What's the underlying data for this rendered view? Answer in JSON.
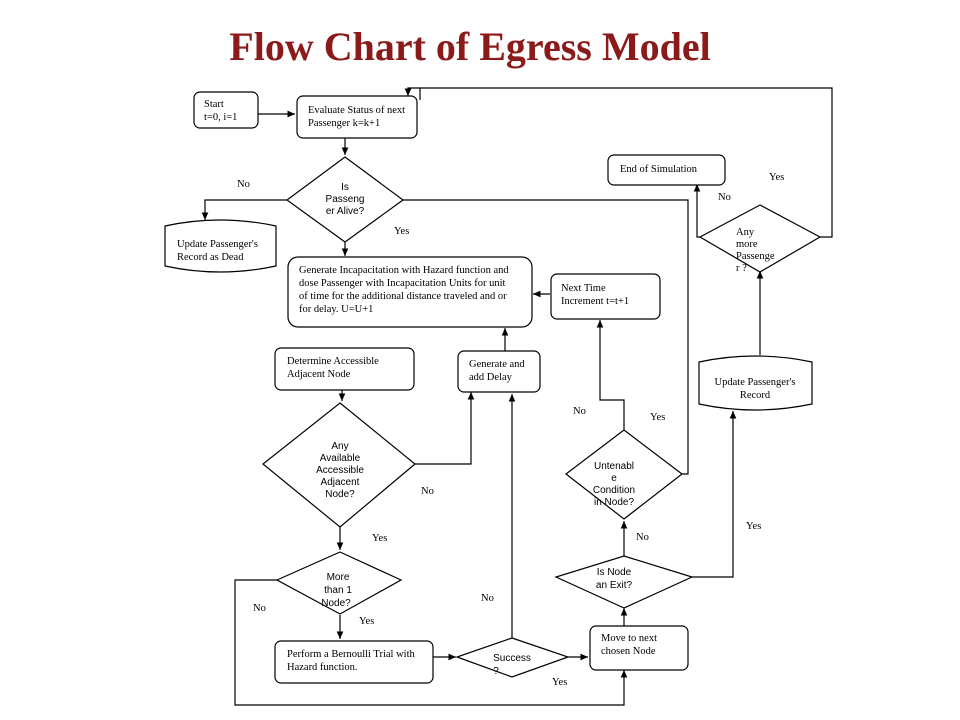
{
  "title": "Flow Chart of Egress Model",
  "nodes": {
    "start": [
      "Start",
      "t=0, i=1"
    ],
    "evaluate": [
      "Evaluate Status of next",
      "Passenger k=k+1"
    ],
    "is_alive": [
      "Is",
      "Passeng",
      "er Alive?"
    ],
    "update_dead": [
      "Update Passenger's",
      "Record as Dead"
    ],
    "generate_incap": [
      "Generate Incapacitation with Hazard function and",
      "dose Passenger with Incapacitation Units for unit",
      "of time for the additional distance traveled and or",
      "for delay. U=U+1"
    ],
    "determine_node": [
      "Determine Accessible",
      "Adjacent Node"
    ],
    "generate_delay": [
      "Generate and",
      "add Delay"
    ],
    "any_available": [
      "Any",
      "Available",
      "Accessible",
      "Adjacent",
      "Node?"
    ],
    "more_than_1": [
      "More",
      "than 1",
      "Node?"
    ],
    "bernoulli": [
      "Perform a Bernoulli Trial with",
      "Hazard function."
    ],
    "success": [
      "Success",
      "?"
    ],
    "move_next": [
      "Move to next",
      "chosen Node"
    ],
    "is_exit": [
      "Is Node",
      "an Exit?"
    ],
    "untenable": [
      "Untenabl",
      "e",
      "Condition",
      "in Node?"
    ],
    "next_time": [
      "Next Time",
      "Increment t=t+1"
    ],
    "end_sim": [
      "End of Simulation"
    ],
    "any_more": [
      "Any",
      "more",
      "Passenge",
      "r ?"
    ],
    "update_record": [
      "Update Passenger's",
      "Record"
    ]
  },
  "edge_labels": {
    "alive_no": "No",
    "alive_yes": "Yes",
    "available_no": "No",
    "available_yes": "Yes",
    "more_no": "No",
    "more_yes": "Yes",
    "success_no": "No",
    "success_yes": "Yes",
    "exit_no": "No",
    "exit_yes": "Yes",
    "untenable_no": "No",
    "untenable_yes": "Yes",
    "anymore_no": "No",
    "anymore_yes": "Yes"
  }
}
